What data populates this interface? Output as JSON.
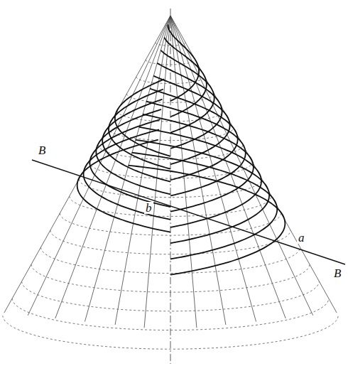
{
  "diagram": {
    "labels": [
      "B",
      "b",
      "a",
      "B"
    ]
  }
}
